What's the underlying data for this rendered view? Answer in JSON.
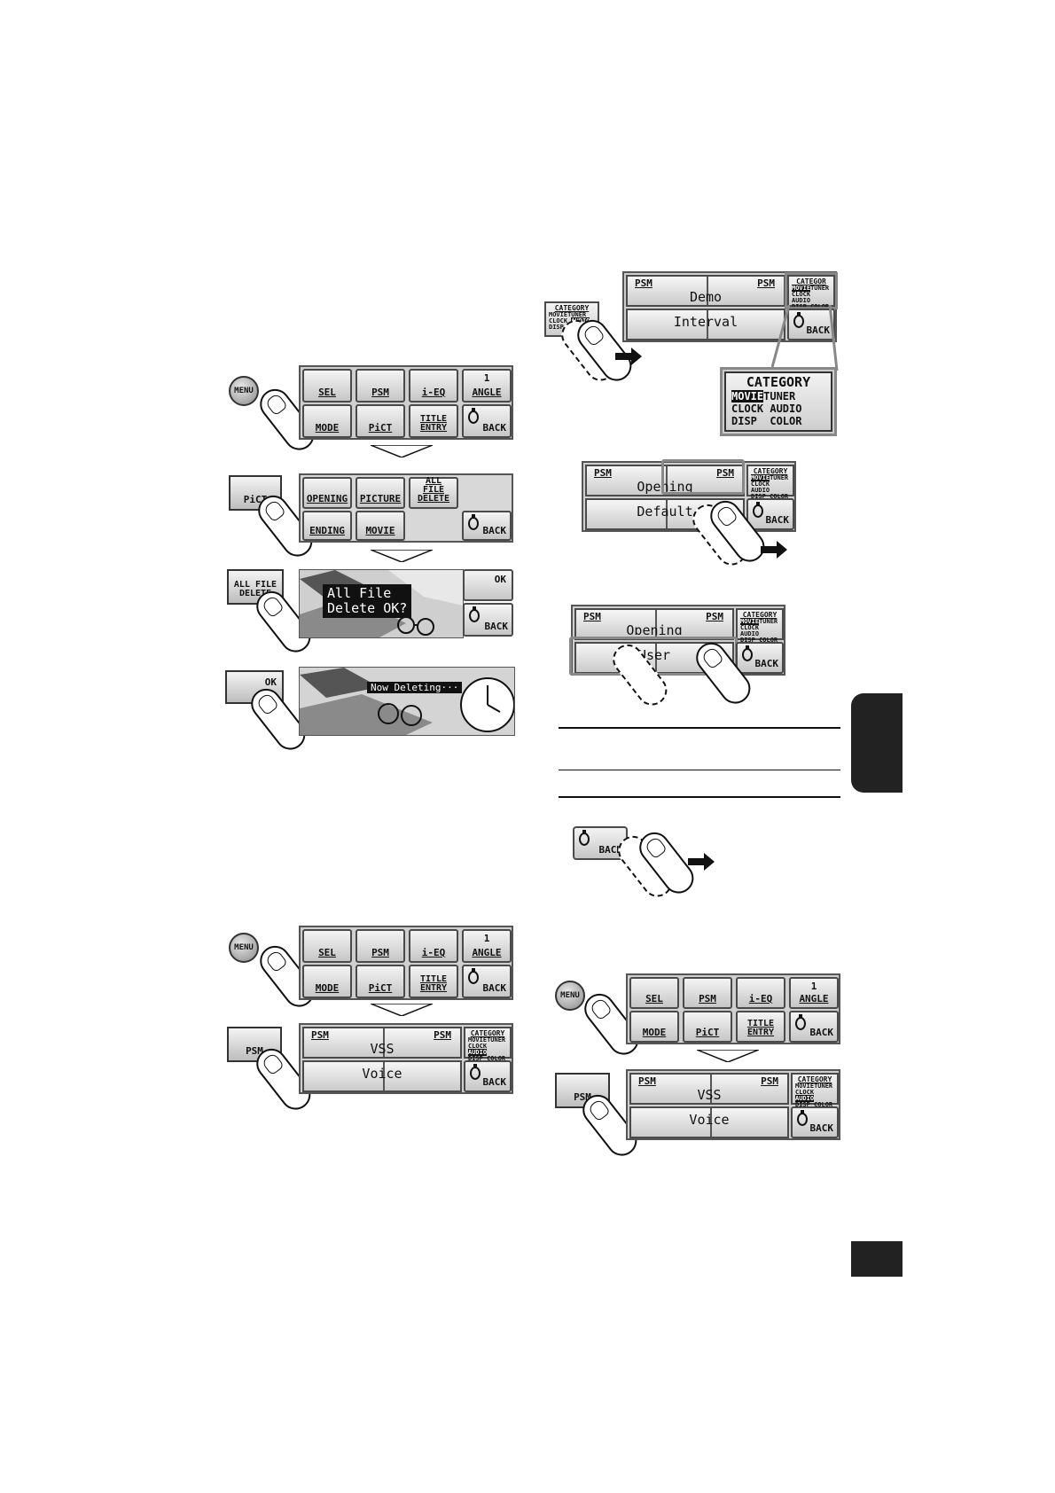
{
  "menu_screen": {
    "row1": [
      "SEL",
      "PSM",
      "i-EQ",
      "ANGLE"
    ],
    "angle_num": "1",
    "row2": [
      "MODE",
      "PiCT",
      "TITLE ENTRY",
      "BACK"
    ]
  },
  "keys": {
    "menu": "MENU",
    "pict": "PiCT",
    "all_file_delete": "ALL FILE DELETE",
    "ok": "OK",
    "psm": "PSM",
    "back": "BACK"
  },
  "pict_screen": {
    "row1": [
      "OPENING",
      "PICTURE",
      "ALL FILE DELETE"
    ],
    "row2": [
      "ENDING",
      "MOVIE",
      "BACK"
    ]
  },
  "delete_confirm": {
    "line1": "All File",
    "line2": "Delete OK?",
    "ok": "OK",
    "back": "BACK"
  },
  "deleting": {
    "text": "Now Deleting···"
  },
  "psm_screen_vss": {
    "left_tag": "PSM",
    "right_tag": "PSM",
    "top": "VSS",
    "bottom": "Voice",
    "back": "BACK"
  },
  "psm_screen_demo": {
    "left_tag": "PSM",
    "right_tag": "PSM",
    "top": "Demo",
    "bottom": "Interval",
    "back": "BACK",
    "category_title": "CATEGOR"
  },
  "psm_screen_opening": {
    "left_tag": "PSM",
    "right_tag": "PSM",
    "top": "Opening",
    "bottom": "Default",
    "back": "BACK"
  },
  "psm_screen_user": {
    "left_tag": "PSM",
    "right_tag": "PSM",
    "top": "Opening",
    "bottom": "User",
    "back": "BACK"
  },
  "category": {
    "title": "CATEGORY",
    "rows": [
      [
        "MOVIE",
        "TUNER"
      ],
      [
        "CLOCK",
        "AUDIO"
      ],
      [
        "DISP",
        "COLOR"
      ]
    ]
  }
}
